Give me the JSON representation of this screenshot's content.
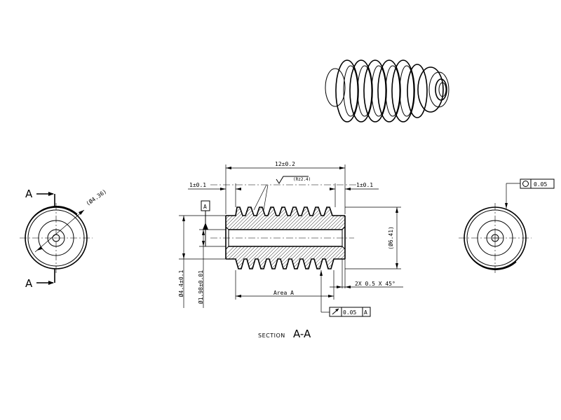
{
  "drawing": {
    "section_caption": "SECTION",
    "section_name": "A-A",
    "cut_marker_top": "A",
    "cut_marker_bottom": "A",
    "datum_label": "A",
    "dimensions": {
      "overall_length": "12±0.2",
      "left_offset": "1±0.1",
      "right_offset": "1±0.1",
      "outer_diameter": "(Ø6.41)",
      "bore_diameter": "Ø1.98±0.01",
      "root_diameter": "Ø4.4±0.1",
      "end_view_diameter": "(Ø4.36)",
      "chamfer": "2X 0.5 X 45°",
      "area_label": "Area A",
      "surface_finish": "(Rz2.4)"
    },
    "tolerances": {
      "runout_value": "0.05",
      "runout_datum": "A",
      "circularity_value": "0.05"
    }
  }
}
